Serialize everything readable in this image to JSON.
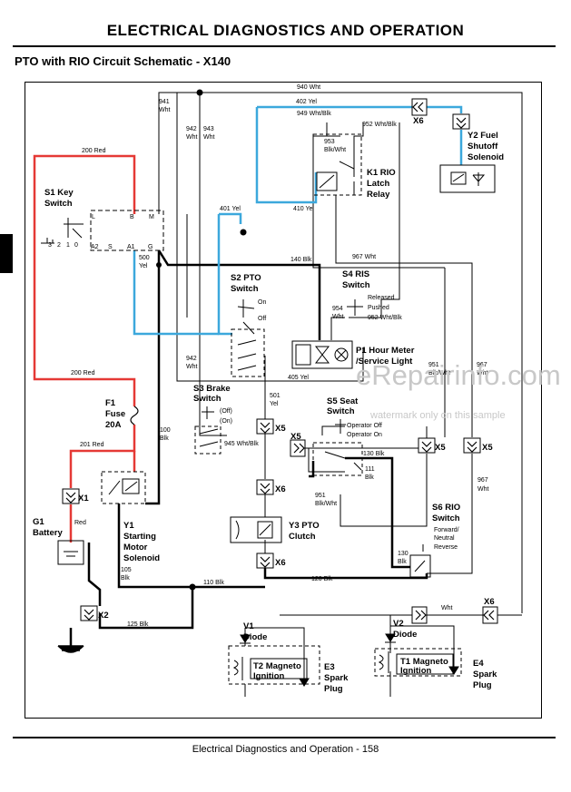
{
  "header": {
    "title": "ELECTRICAL   DIAGNOSTICS AND OPERATION",
    "subtitle": "PTO with RIO Circuit Schematic - X140"
  },
  "footer": {
    "text": "Electrical   Diagnostics and Operation - 158"
  },
  "watermark": {
    "site": "eRepairinfo.com",
    "notice": "watermark only on this sample"
  },
  "colors": {
    "red_wire": "#e53935",
    "blue_wire": "#3ca8dc",
    "black_wire": "#000000"
  },
  "components": {
    "s1": {
      "id": "S1 Key",
      "name": "Switch",
      "terminals": [
        "L",
        "B",
        "M",
        "A2",
        "S",
        "A1",
        "G"
      ],
      "positions": [
        "3",
        "2",
        "1",
        "0"
      ]
    },
    "s2": {
      "id": "S2 PTO",
      "name": "Switch",
      "on": "On",
      "off": "Off"
    },
    "s3": {
      "id": "S3 Brake",
      "name": "Switch",
      "off": "(Off)",
      "on": "(On)"
    },
    "s4": {
      "id": "S4 RIS",
      "name": "Switch",
      "released": "Released",
      "pushed": "Pushed"
    },
    "s5": {
      "id": "S5 Seat",
      "name": "Switch",
      "off": "Operator Off",
      "on": "Operator On"
    },
    "s6": {
      "id": "S6 RIO",
      "name": "Switch",
      "fwd1": "Forward/",
      "fwd2": "Neutral",
      "rev": "Reverse"
    },
    "k1": {
      "l1": "K1 RIO",
      "l2": "Latch",
      "l3": "Relay"
    },
    "p1": {
      "l1": "P1 Hour Meter",
      "l2": "/Service Light"
    },
    "f1": {
      "l1": "F1",
      "l2": "Fuse",
      "l3": "20A"
    },
    "g1": {
      "l1": "G1",
      "l2": "Battery"
    },
    "y1": {
      "l1": "Y1",
      "l2": "Starting",
      "l3": "Motor",
      "l4": "Solenoid"
    },
    "y2": {
      "l1": "Y2 Fuel",
      "l2": "Shutoff",
      "l3": "Solenoid"
    },
    "y3": {
      "l1": "Y3 PTO",
      "l2": "Clutch"
    },
    "v1": {
      "l1": "V1",
      "l2": "Diode"
    },
    "v2": {
      "l1": "V2",
      "l2": "Diode"
    },
    "t1": {
      "l1": "T1 Magneto",
      "l2": "Ignition"
    },
    "t2": {
      "l1": "T2 Magneto",
      "l2": "Ignition"
    },
    "e3": {
      "l1": "E3",
      "l2": "Spark",
      "l3": "Plug"
    },
    "e4": {
      "l1": "E4",
      "l2": "Spark",
      "l3": "Plug"
    }
  },
  "connectors": [
    "X1",
    "X2",
    "X5",
    "X6"
  ],
  "wires": {
    "w940": "940 Wht",
    "w941a": "941",
    "w941b": "Wht",
    "w402": "402 Yel",
    "w949": "949 Wht/Blk",
    "w952": "952 Wht/Blk",
    "w942a": "942",
    "w942b": "Wht",
    "w943a": "943",
    "w943b": "Wht",
    "w953a": "953",
    "w953b": "Blk/Wht",
    "w200": "200 Red",
    "w401": "401 Yel",
    "w410": "410 Yel",
    "w967": "967 Wht",
    "w500a": "500",
    "w500b": "Yel",
    "w140": "140 Blk",
    "w954a": "954",
    "w954b": "Wht",
    "w952b": "952 Wht/Blk",
    "w405": "405 Yel",
    "w951a": "951",
    "w951b": "Blk/Wht",
    "w967ba": "967",
    "w967bb": "Wht",
    "w501a": "501",
    "w501b": "Yel",
    "w945": "945 Wht/Blk",
    "w130": "130 Blk",
    "w111a": "111",
    "w111b": "Blk",
    "w100a": "100",
    "w100b": "Blk",
    "w201": "201 Red",
    "wred": "Red",
    "w951ca": "951",
    "w951cb": "Blk/Wht",
    "w967ca": "967",
    "w967cb": "Wht",
    "w130ba": "130",
    "w130bb": "Blk",
    "w105a": "105",
    "w105b": "Blk",
    "w110": "110 Blk",
    "w120": "120 Blk",
    "w125": "125 Blk",
    "wht": "Wht"
  }
}
